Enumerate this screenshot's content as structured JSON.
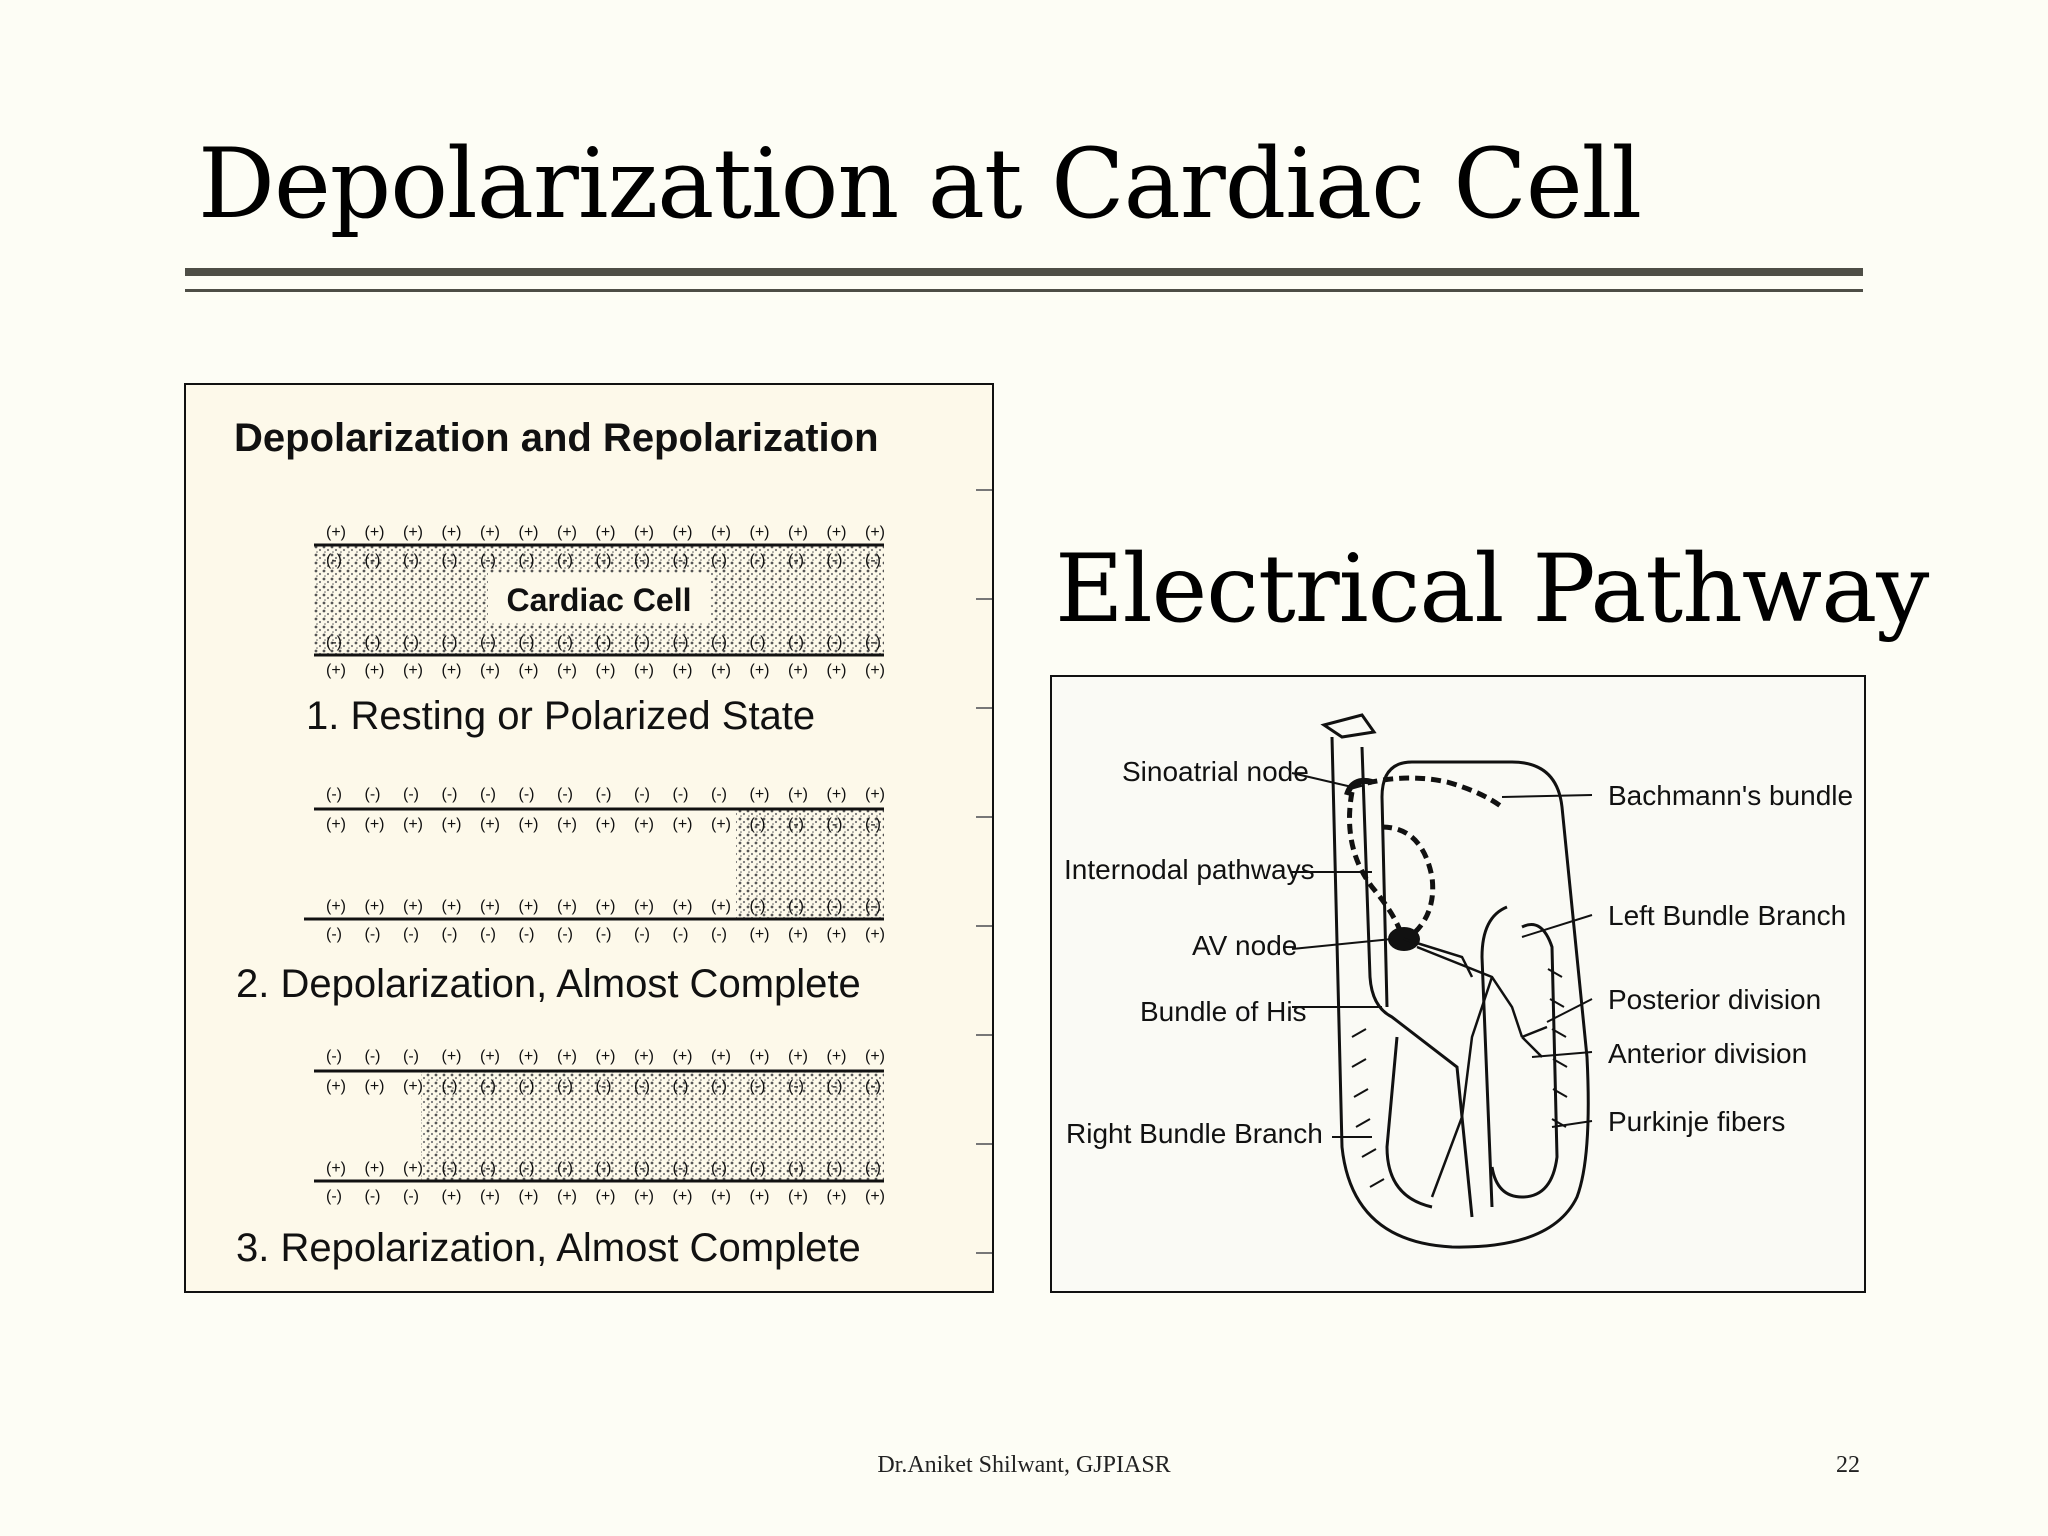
{
  "slide": {
    "title": "Depolarization at Cardiac Cell",
    "section_title": "Electrical Pathway",
    "footer": "Dr.Aniket Shilwant, GJPIASR",
    "page_number": "22"
  },
  "left_figure": {
    "title": "Depolarization and Repolarization",
    "cell_label": "Cardiac Cell",
    "captions": [
      "1. Resting or Polarized State",
      "2. Depolarization, Almost Complete",
      "3. Repolarization, Almost Complete"
    ],
    "positive_sign": "(+)",
    "negative_sign": "(-)"
  },
  "right_figure": {
    "labels": [
      "Sinoatrial node",
      "Internodal pathways",
      "AV node",
      "Bundle of His",
      "Right Bundle Branch",
      "Bachmann's bundle",
      "Left Bundle Branch",
      "Posterior division",
      "Anterior division",
      "Purkinje fibers"
    ]
  },
  "colors": {
    "background": "#fdfdf5",
    "rule": "#4e4e46",
    "figure_bg": "#fdf9ea",
    "stipple": "#c9c4b3"
  }
}
